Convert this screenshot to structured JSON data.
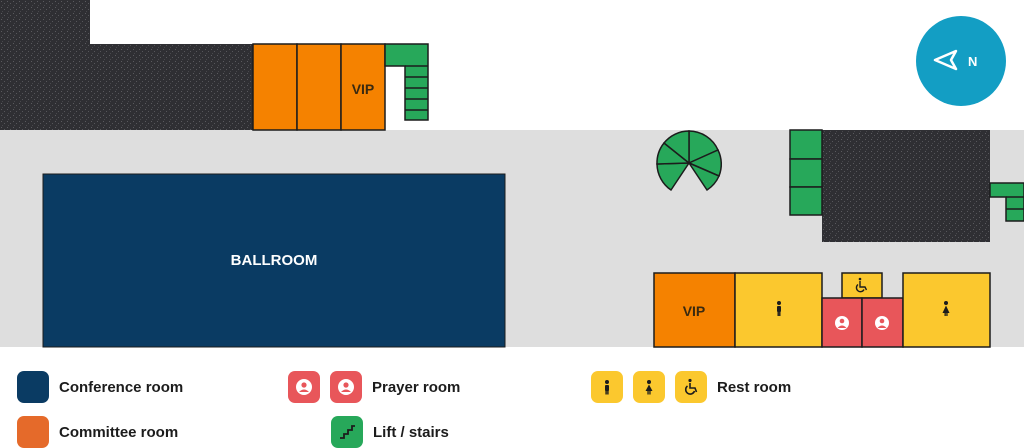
{
  "map": {
    "colors": {
      "dark_area": "#2f2f33",
      "corridor": "#dedede",
      "conference": "#0a3b63",
      "committee": "#f58200",
      "stairs": "#27a85a",
      "prayer": "#e8565a",
      "restroom": "#fbc82e",
      "compass": "#139ec4"
    },
    "rooms": {
      "ballroom": "BALLROOM",
      "vip_top": "VIP",
      "vip_bottom": "VIP"
    },
    "compass": {
      "label": "N",
      "icon": "north-arrow-icon"
    }
  },
  "legend": {
    "conference": {
      "label": "Conference room",
      "color": "#0a3b63"
    },
    "committee": {
      "label": "Committee room",
      "color": "#e56a2a"
    },
    "prayer": {
      "label": "Prayer room",
      "color": "#e8565a",
      "icon": "prayer-person-icon"
    },
    "lift": {
      "label": "Lift / stairs",
      "color": "#27a85a",
      "icon": "stairs-icon"
    },
    "restroom": {
      "label": "Rest room",
      "color": "#fbc82e",
      "icons": [
        "male-icon",
        "female-icon",
        "wheelchair-icon"
      ]
    }
  }
}
